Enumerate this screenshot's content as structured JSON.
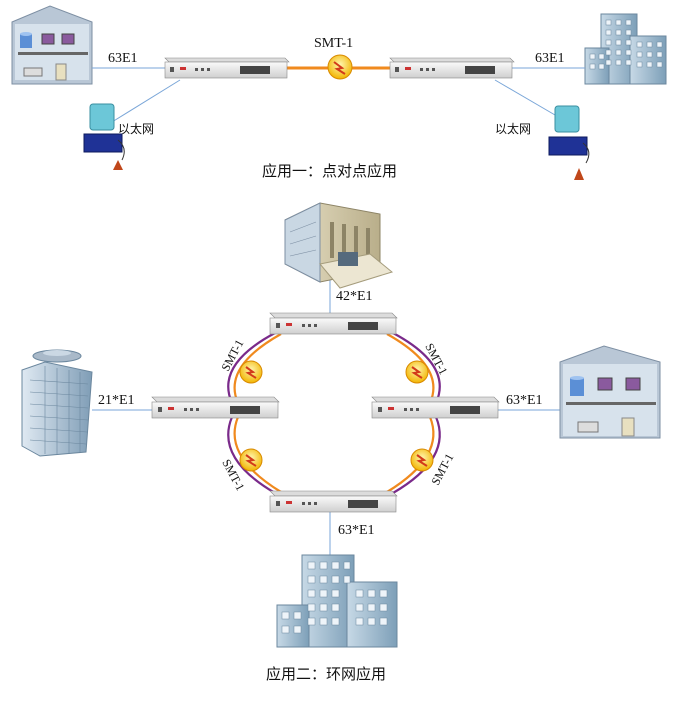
{
  "top": {
    "left_link_label": "63E1",
    "right_link_label": "63E1",
    "fiber_label": "SMT-1",
    "left_ethernet_label": "以太网",
    "right_ethernet_label": "以太网",
    "caption": "应用一：点对点应用"
  },
  "ring": {
    "top_link_label": "42*E1",
    "left_link_label": "21*E1",
    "right_link_label": "63*E1",
    "bottom_link_label": "63*E1",
    "fiber_labels": [
      "SMT-1",
      "SMT-1",
      "SMT-1",
      "SMT-1"
    ],
    "caption": "应用二：环网应用"
  },
  "colors": {
    "fiber_orange": "#f08a1e",
    "fiber_purple": "#7a2a8a",
    "device_body": "#eeeeee",
    "building_blue": "#8fb2cc"
  }
}
